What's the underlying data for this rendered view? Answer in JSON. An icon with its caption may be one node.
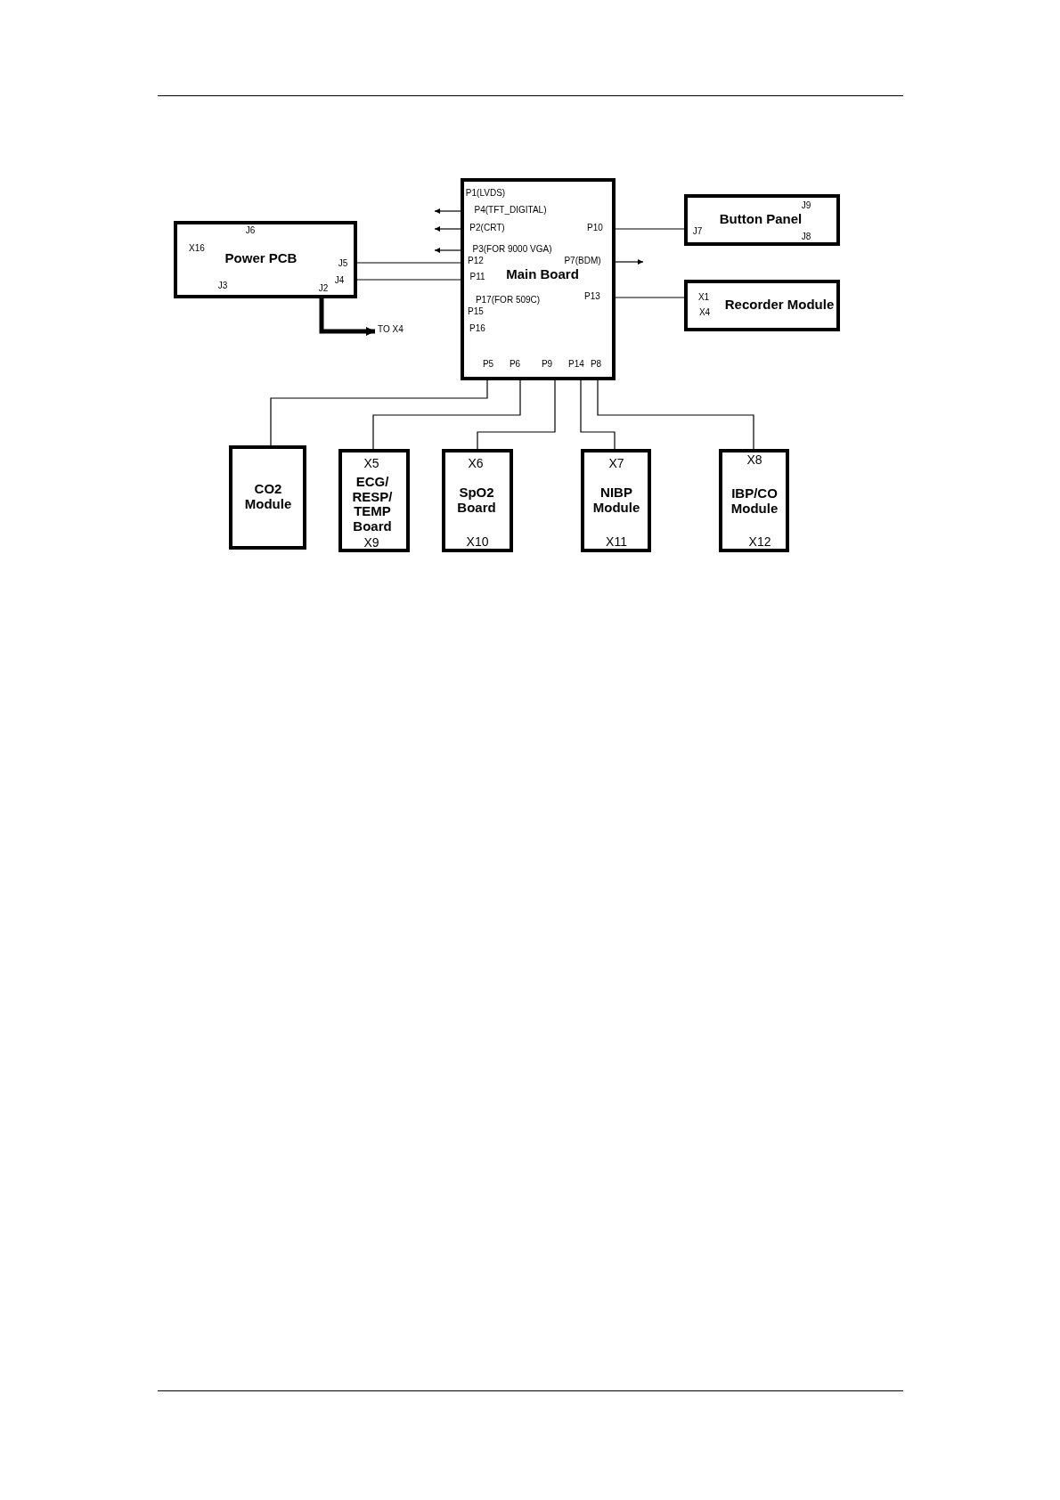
{
  "diagram": {
    "nodes": [
      {
        "text": [
          "Power PCB",
          "X16",
          "J6",
          "J5",
          "J4",
          "J3",
          "J2"
        ]
      },
      {
        "text": [
          "Main Board",
          "P1(LVDS)",
          "P4(TFT_DIGITAL)",
          "P2(CRT)",
          "P3(FOR 9000 VGA)",
          "P12",
          "P11",
          "P17(FOR 509C)",
          "P15",
          "P16",
          "P10",
          "P7(BDM)",
          "P13",
          "P5",
          "P6",
          "P9",
          "P14",
          "P8"
        ]
      },
      {
        "text": [
          "Button Panel",
          "J9",
          "J7",
          "J8"
        ]
      },
      {
        "text": [
          "Recorder Module",
          "X1",
          "X4"
        ]
      },
      {
        "text": [
          "TO X4"
        ]
      },
      {
        "text": [
          "CO2 Module"
        ]
      },
      {
        "text": [
          "X5",
          "ECG/ RESP/ TEMP Board",
          "X9"
        ]
      },
      {
        "text": [
          "X6",
          "SpO2 Board",
          "X10"
        ]
      },
      {
        "text": [
          "X7",
          "NIBP Module",
          "X11"
        ]
      },
      {
        "text": [
          "X8",
          "IBP/CO Module",
          "X12"
        ]
      }
    ],
    "edges": [
      {
        "from": 0,
        "to": 1,
        "arrow": "none"
      },
      {
        "from": 0,
        "to": 1,
        "arrow": "none"
      },
      {
        "from": 0,
        "to": 4,
        "arrow": "to",
        "style": "thick"
      },
      {
        "from": 1,
        "to": null,
        "arrow": "to"
      },
      {
        "from": 1,
        "to": null,
        "arrow": "to"
      },
      {
        "from": 1,
        "to": null,
        "arrow": "to"
      },
      {
        "from": 1,
        "to": null,
        "arrow": "to"
      },
      {
        "from": 1,
        "to": 2,
        "arrow": "none"
      },
      {
        "from": 1,
        "to": 3,
        "arrow": "none"
      },
      {
        "from": 1,
        "to": 5,
        "arrow": "none"
      },
      {
        "from": 1,
        "to": 6,
        "arrow": "none"
      },
      {
        "from": 1,
        "to": 7,
        "arrow": "none"
      },
      {
        "from": 1,
        "to": 8,
        "arrow": "none"
      },
      {
        "from": 1,
        "to": 9,
        "arrow": "none"
      }
    ]
  }
}
